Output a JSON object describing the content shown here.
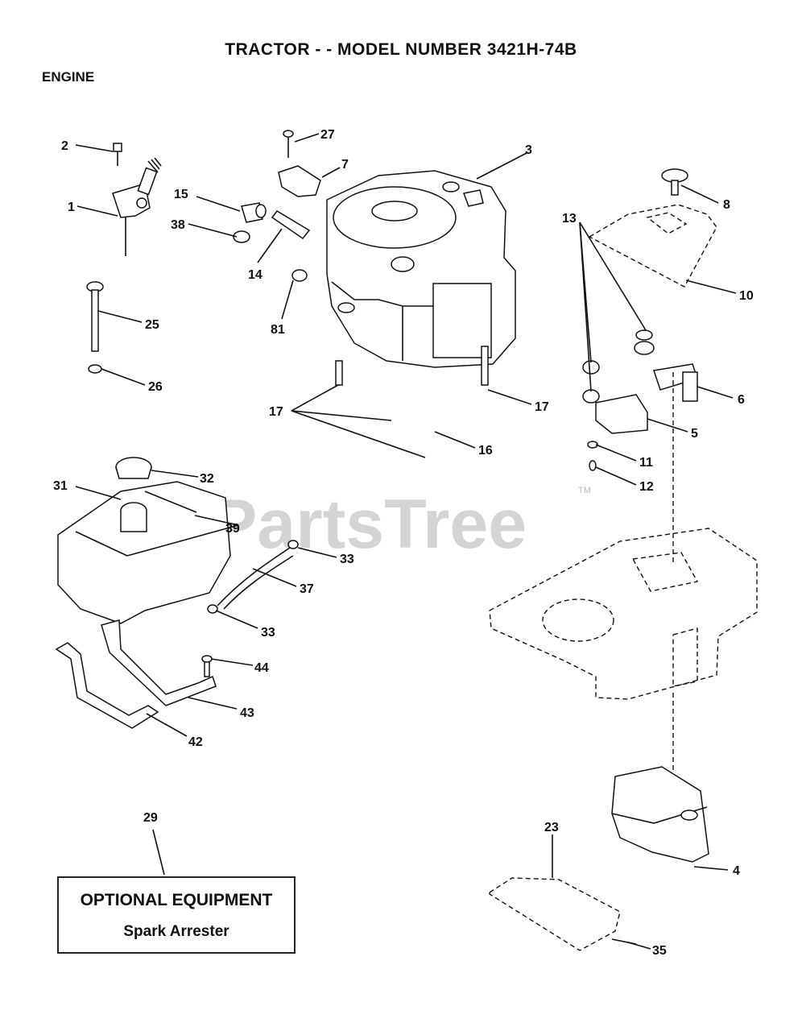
{
  "header": {
    "title": "TRACTOR - - MODEL NUMBER 3421H-74B",
    "section": "ENGINE"
  },
  "watermark": {
    "text": "PartsTree",
    "trademark": "TM"
  },
  "callouts": {
    "c1": "1",
    "c2": "2",
    "c3": "3",
    "c4": "4",
    "c5": "5",
    "c6": "6",
    "c7": "7",
    "c8": "8",
    "c10": "10",
    "c11": "11",
    "c12": "12",
    "c13": "13",
    "c14": "14",
    "c15": "15",
    "c16": "16",
    "c17a": "17",
    "c17b": "17",
    "c23": "23",
    "c25": "25",
    "c26": "26",
    "c27": "27",
    "c29": "29",
    "c31": "31",
    "c32": "32",
    "c33a": "33",
    "c33b": "33",
    "c35": "35",
    "c37": "37",
    "c38": "38",
    "c39": "39",
    "c42": "42",
    "c43": "43",
    "c44": "44",
    "c81": "81"
  },
  "optional_equipment": {
    "title": "OPTIONAL EQUIPMENT",
    "item": "Spark Arrester"
  }
}
